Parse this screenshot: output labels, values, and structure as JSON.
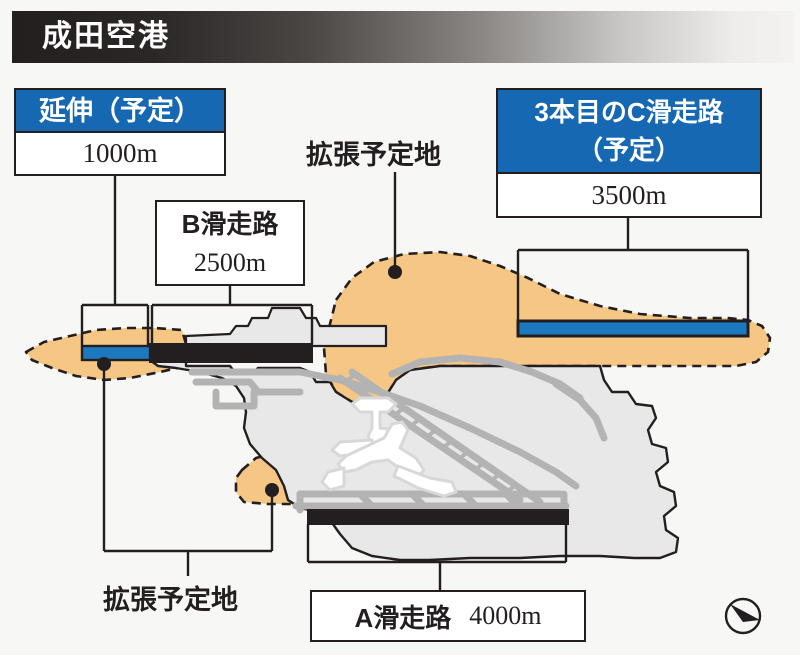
{
  "header": {
    "title": "成田空港"
  },
  "colors": {
    "accent_blue": "#1668b3",
    "runway_blue": "#1c78bf",
    "runway_black": "#231f20",
    "expansion_orange": "#f5c684",
    "airport_gray": "#e8e8e8",
    "taxiway_gray": "#b3b3b3",
    "banner_dark": "#221f1e",
    "page_background": "#f7f7f5"
  },
  "callouts": {
    "extension": {
      "name": "延伸（予定）",
      "length": "1000m"
    },
    "b_runway": {
      "name": "B滑走路",
      "length": "2500m"
    },
    "c_runway": {
      "name_line1": "3本目のC滑走路",
      "name_line2": "（予定）",
      "length": "3500m"
    },
    "a_runway": {
      "name": "A滑走路",
      "length": "4000m"
    }
  },
  "labels": {
    "expansion_top": "拡張予定地",
    "expansion_bottom": "拡張予定地"
  },
  "map": {
    "compass": "north-arrow",
    "runways": [
      {
        "id": "b-runway-extension",
        "style": "blue",
        "note": "延伸（予定） 1000m"
      },
      {
        "id": "b-runway-existing",
        "style": "black",
        "note": "B滑走路 2500m"
      },
      {
        "id": "c-runway-planned",
        "style": "blue",
        "note": "3本目のC滑走路（予定） 3500m"
      },
      {
        "id": "a-runway-existing",
        "style": "black",
        "note": "A滑走路 4000m"
      }
    ],
    "expansion_zones": 3
  }
}
